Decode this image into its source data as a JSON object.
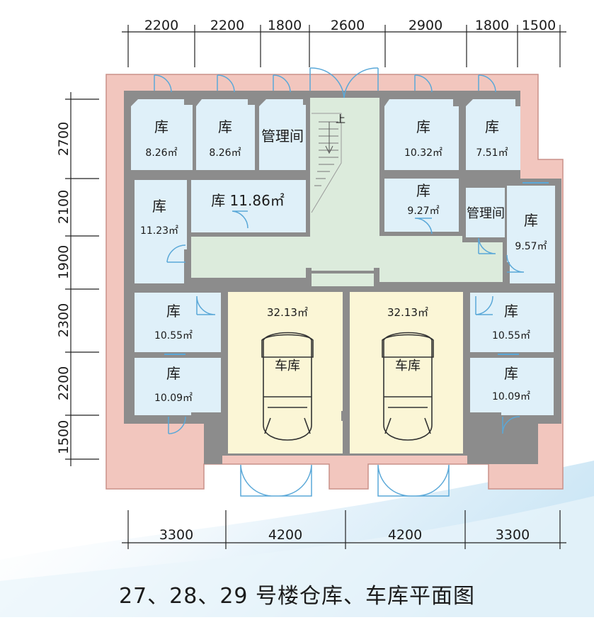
{
  "dimensions": {
    "top": [
      "2200",
      "2200",
      "1800",
      "2600",
      "2900",
      "1800",
      "1500"
    ],
    "left": [
      "2700",
      "2100",
      "1900",
      "2300",
      "2200",
      "1500"
    ],
    "bottom": [
      "3300",
      "4200",
      "4200",
      "3300"
    ]
  },
  "rooms": [
    {
      "title": "库",
      "area": "8.26㎡"
    },
    {
      "title": "库",
      "area": "8.26㎡"
    },
    {
      "title": "管理间",
      "area": ""
    },
    {
      "title": "库",
      "area": "10.32㎡"
    },
    {
      "title": "库",
      "area": "7.51㎡"
    },
    {
      "title": "库",
      "area": "11.23㎡"
    },
    {
      "title": "库 11.86㎡",
      "area": ""
    },
    {
      "title": "库",
      "area": "9.27㎡"
    },
    {
      "title": "管理间",
      "area": ""
    },
    {
      "title": "库",
      "area": "9.57㎡"
    },
    {
      "title": "库",
      "area": "10.55㎡"
    },
    {
      "title": "库",
      "area": "10.09㎡"
    },
    {
      "title": "库",
      "area": "10.55㎡"
    },
    {
      "title": "库",
      "area": "10.09㎡"
    }
  ],
  "stair_label": "上",
  "garages": [
    {
      "area": "32.13㎡",
      "label": "车库"
    },
    {
      "area": "32.13㎡",
      "label": "车库"
    }
  ],
  "caption": "27、28、29 号楼仓库、车库平面图",
  "colors": {
    "outer_band": "#f2c6be",
    "wall": "#8c8c8c",
    "room_fill": "#dff0f9",
    "corridor": "#dcebdc",
    "garage_fill": "#fbf6d6",
    "door": "#5aa8d8"
  }
}
